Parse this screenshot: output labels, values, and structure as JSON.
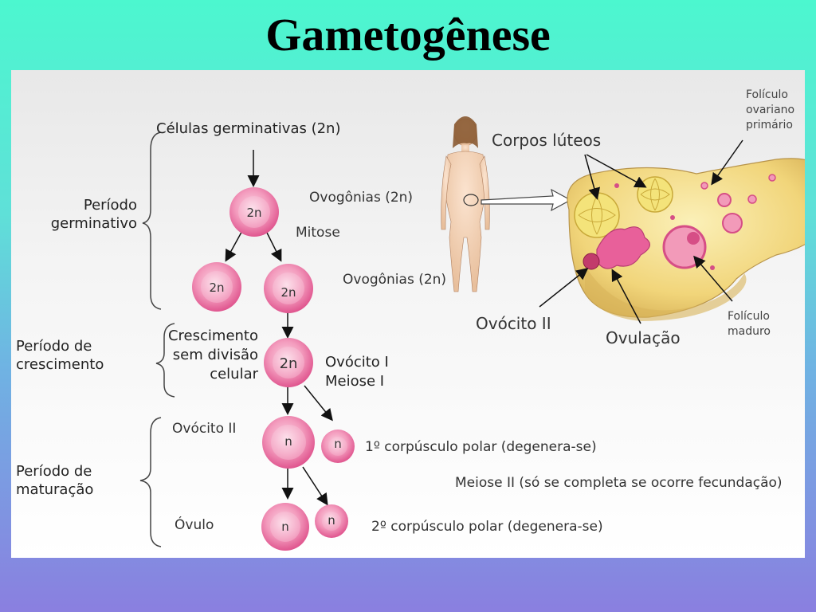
{
  "title": "Gametogênese",
  "periods": {
    "germinativo": "Período\ngerminativo",
    "crescimento": "Período de\ncrescimento",
    "maturacao": "Período de\nmaturação"
  },
  "labels": {
    "celulas_germinativas": "Células germinativas (2n)",
    "ovogonias_1": "Ovogônias (2n)",
    "mitose": "Mitose",
    "ovogonias_2": "Ovogônias (2n)",
    "crescimento": "Crescimento\nsem divisão\ncelular",
    "ovocito_meiose": "Ovócito I\nMeiose I",
    "ovocito_ii_left": "Ovócito II",
    "corpusculo_1": "1º corpúsculo polar (degenera-se)",
    "meiose_ii": "Meiose II (só se completa se ocorre fecundação)",
    "ovulo": "Óvulo",
    "corpusculo_2": "2º corpúsculo polar (degenera-se)"
  },
  "cells": {
    "top": "2n",
    "left": "2n",
    "right": "2n",
    "growth": "2n",
    "ov2": "n",
    "polar1": "n",
    "ovulo": "n",
    "polar2": "n"
  },
  "ovary": {
    "corpos_luteos": "Corpos lúteos",
    "foliculo_primario": "Folículo\novariano\nprimário",
    "ovocito_ii": "Ovócito II",
    "ovulacao": "Ovulação",
    "foliculo_maduro": "Folículo\nmaduro"
  },
  "colors": {
    "cell_outer": "#e8609a",
    "cell_inner": "#f7b7cf",
    "ovary_fill": "#f2dc84",
    "corpus_luteum": "#f4e37a",
    "follicle": "#d64e86"
  }
}
